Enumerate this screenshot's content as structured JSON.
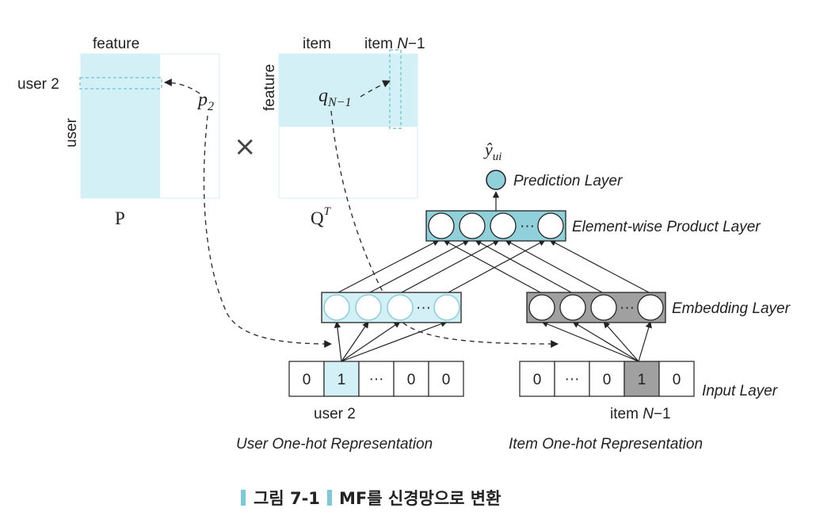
{
  "matrix_p": {
    "col_label": "feature",
    "row_label": "user",
    "row_highlight_label": "user 2",
    "vector_label": "p",
    "vector_sub": "2",
    "name": "P"
  },
  "matrix_q": {
    "col_label_1": "item",
    "col_label_2": "item ",
    "col_label_2_var": "N",
    "col_label_2_tail": "−1",
    "row_label": "feature",
    "vector_label": "q",
    "vector_sub": "N−1",
    "name": "Q",
    "name_sup": "T"
  },
  "times_symbol": "×",
  "output": {
    "symbol": "ŷ",
    "sub": "ui"
  },
  "layers": {
    "prediction": "Prediction Layer",
    "product": "Element-wise Product Layer",
    "embedding": "Embedding Layer",
    "input": "Input Layer"
  },
  "ellipsis": "···",
  "user_input": {
    "cells": [
      "0",
      "1",
      "···",
      "0",
      "0"
    ],
    "hot_index": 1,
    "label": "user 2",
    "repr": "User One-hot Representation"
  },
  "item_input": {
    "cells": [
      "0",
      "···",
      "0",
      "1",
      "0"
    ],
    "hot_index": 3,
    "label_pre": "item ",
    "label_var": "N",
    "label_post": "−1",
    "repr": "Item One-hot Representation"
  },
  "caption": {
    "text": "그림 7-1",
    "title": "MF를 신경망으로 변환"
  },
  "colors": {
    "light_blue": "#d4f0f7",
    "teal": "#8fd0da",
    "teal_dark": "#5bb7c5",
    "gray": "#a0a0a0",
    "caption_bar": "#7ccad6"
  }
}
